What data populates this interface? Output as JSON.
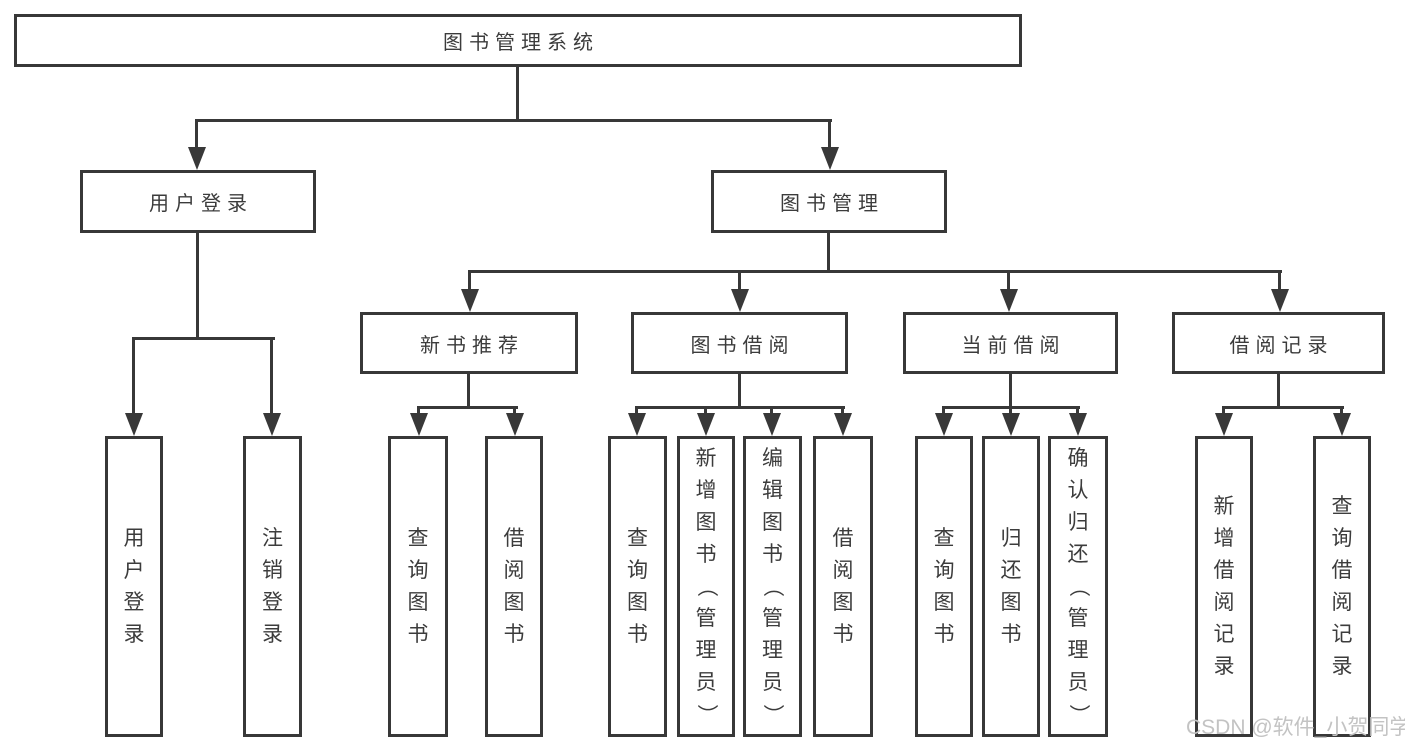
{
  "diagram": {
    "root": {
      "label": "图书管理系统"
    },
    "level2": [
      {
        "label": "用户登录"
      },
      {
        "label": "图书管理"
      }
    ],
    "level3": [
      {
        "label": "新书推荐",
        "parent": "图书管理"
      },
      {
        "label": "图书借阅",
        "parent": "图书管理"
      },
      {
        "label": "当前借阅",
        "parent": "图书管理"
      },
      {
        "label": "借阅记录",
        "parent": "图书管理"
      }
    ],
    "leaves": [
      {
        "label": "用户登录",
        "parent": "用户登录"
      },
      {
        "label": "注销登录",
        "parent": "用户登录"
      },
      {
        "label": "查询图书",
        "parent": "新书推荐"
      },
      {
        "label": "借阅图书",
        "parent": "新书推荐"
      },
      {
        "label": "查询图书",
        "parent": "图书借阅"
      },
      {
        "label": "新增图书（管理员）",
        "parent": "图书借阅"
      },
      {
        "label": "编辑图书（管理员）",
        "parent": "图书借阅"
      },
      {
        "label": "借阅图书",
        "parent": "图书借阅"
      },
      {
        "label": "查询图书",
        "parent": "当前借阅"
      },
      {
        "label": "归还图书",
        "parent": "当前借阅"
      },
      {
        "label": "确认归还（管理员）",
        "parent": "当前借阅"
      },
      {
        "label": "新增借阅记录",
        "parent": "借阅记录"
      },
      {
        "label": "查询借阅记录",
        "parent": "借阅记录"
      }
    ]
  },
  "watermark": {
    "text": "CSDN @软件_小贺同学"
  },
  "colors": {
    "line": "#383838",
    "text": "#3c3c3c",
    "background": "#ffffff",
    "watermark": "#c3c3c3"
  }
}
